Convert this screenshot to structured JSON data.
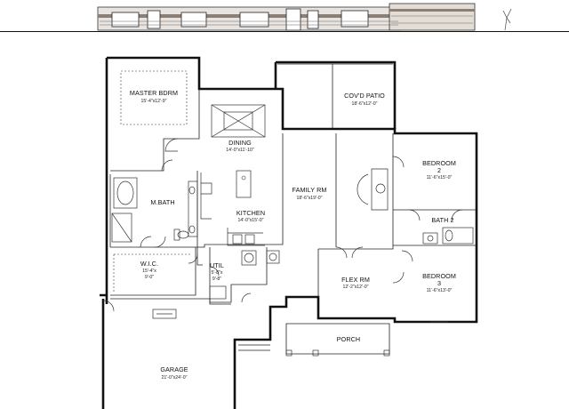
{
  "rooms": {
    "master_bdrm": {
      "name": "MASTER BDRM",
      "dims": "15'-4\"x12'-9\""
    },
    "dining": {
      "name": "DINING",
      "dims": "14'-0\"x11'-10\""
    },
    "covd_patio": {
      "name": "COV'D PATIO",
      "dims": "18'-6\"x12'-0\""
    },
    "bedroom2": {
      "name": "BEDROOM",
      "num": "2",
      "dims": "11'-6\"x15'-0\""
    },
    "m_bath": {
      "name": "M.BATH"
    },
    "family_rm": {
      "name": "FAMILY RM",
      "dims": "18'-6\"x19'-0\""
    },
    "kitchen": {
      "name": "KITCHEN",
      "dims": "14'-0\"x15'-0\""
    },
    "bath2": {
      "name": "BATH 2"
    },
    "wic": {
      "name": "W.I.C.",
      "dims": "15'-4\"x",
      "dims2": "9'-0\""
    },
    "util": {
      "name": "UTIL",
      "dims": "5'-8\"x",
      "dims2": "9'-8\""
    },
    "flex_rm": {
      "name": "FLEX RM",
      "dims": "12'-2\"x12'-0\""
    },
    "bedroom3": {
      "name": "BEDROOM",
      "num": "3",
      "dims": "11'-6\"x13'-0\""
    },
    "porch": {
      "name": "PORCH"
    },
    "garage": {
      "name": "GARAGE",
      "dims": "21'-0\"x24'-0\""
    }
  }
}
